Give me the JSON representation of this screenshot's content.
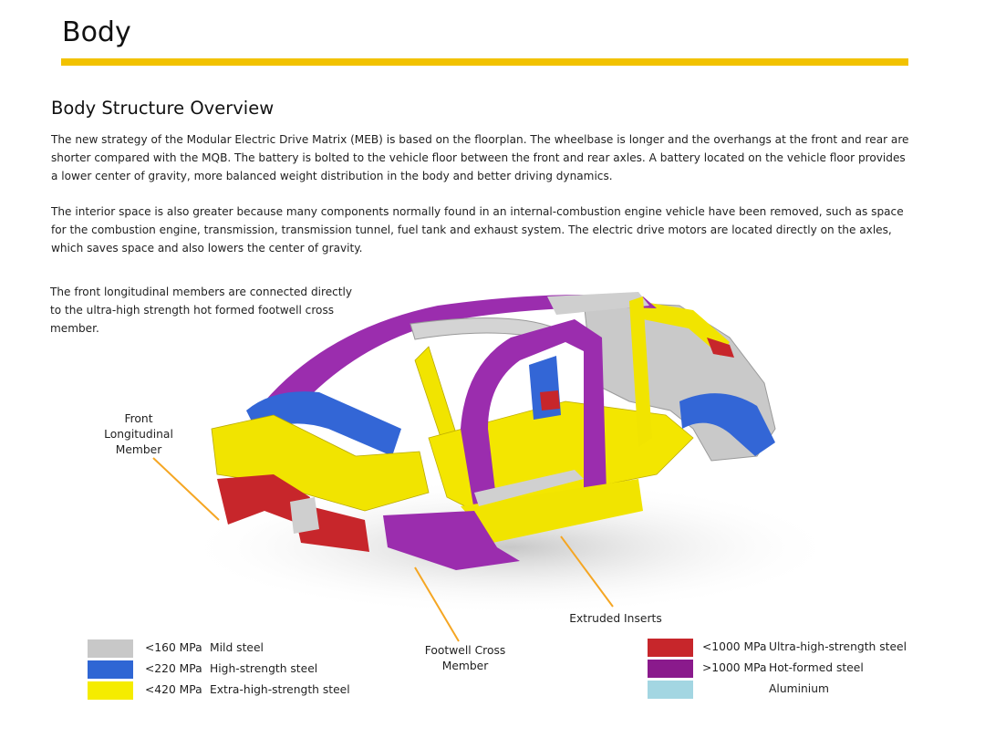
{
  "page": {
    "title": "Body",
    "heading": "Body Structure Overview",
    "paragraph_1": "The new strategy of the Modular Electric Drive Matrix (MEB) is based on the floorplan.  The wheelbase is longer and the overhangs at the front and rear are shorter compared with the MQB.  The battery is bolted to the vehicle floor between the front and rear axles.  A battery located on the vehicle floor provides a lower center of gravity, more balanced weight distribution in the body and better driving dynamics.",
    "paragraph_2": "The interior space is also greater because many components normally found in an internal-combustion engine vehicle have been removed, such as space for the combustion engine, transmission, transmission tunnel, fuel tank and exhaust system.  The electric drive motors are located directly on the axles, which saves space and also lowers the center of gravity.",
    "note": "The front longitudinal members are connected directly to the ultra-high strength hot formed footwell cross member."
  },
  "callouts": {
    "front": "Front Longitudinal Member",
    "footwell": "Footwell Cross Member",
    "extruded": "Extruded Inserts"
  },
  "legend": {
    "left": [
      {
        "mpa": "<160 MPa",
        "material": "Mild steel",
        "color": "#c8c8c8"
      },
      {
        "mpa": "<220 MPa",
        "material": "High-strength steel",
        "color": "#2f66d4"
      },
      {
        "mpa": "<420 MPa",
        "material": "Extra-high-strength steel",
        "color": "#f5ec00"
      }
    ],
    "right": [
      {
        "mpa": "<1000 MPa",
        "material": "Ultra-high-strength steel",
        "color": "#c7262b"
      },
      {
        "mpa": ">1000 MPa",
        "material": "Hot-formed steel",
        "color": "#8a1a8c"
      },
      {
        "mpa": "",
        "material": "Aluminium",
        "color": "#a3d6e2"
      }
    ]
  },
  "colors": {
    "accent_rule": "#f2c200",
    "mild": "#c8c8c8",
    "high": "#2f66d4",
    "extra_high": "#f5ec00",
    "ultra_high": "#c7262b",
    "hot_formed": "#9a2bb0",
    "aluminium": "#a3d6e2",
    "callout_line": "#f5a623"
  }
}
